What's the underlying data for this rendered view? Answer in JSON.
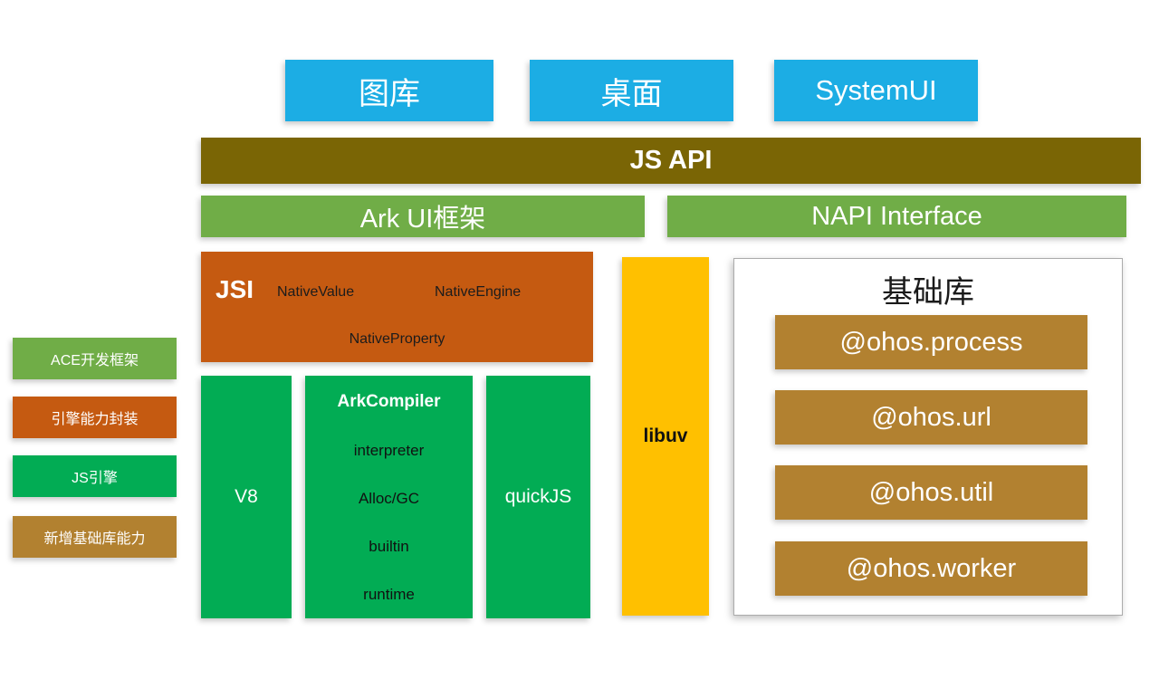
{
  "apps": [
    {
      "label": "图库"
    },
    {
      "label": "桌面"
    },
    {
      "label": "SystemUI"
    }
  ],
  "js_api": {
    "label": "JS API"
  },
  "frameworks": [
    {
      "label": "Ark UI框架"
    },
    {
      "label": "NAPI Interface"
    }
  ],
  "jsi": {
    "title": "JSI",
    "items": [
      "NativeValue",
      "NativeEngine",
      "NativeProperty"
    ]
  },
  "engines": {
    "v8_label": "V8",
    "ark_compiler": {
      "title": "ArkCompiler",
      "items": [
        "interpreter",
        "Alloc/GC",
        "builtin",
        "runtime"
      ]
    },
    "quickjs_label": "quickJS"
  },
  "libuv_label": "libuv",
  "base_lib": {
    "title": "基础库",
    "modules": [
      "@ohos.process",
      "@ohos.url",
      "@ohos.util",
      "@ohos.worker"
    ]
  },
  "legend": [
    {
      "label": "ACE开发框架",
      "color": "#70AD47"
    },
    {
      "label": "引擎能力封装",
      "color": "#C55A11"
    },
    {
      "label": "JS引擎",
      "color": "#02AC54"
    },
    {
      "label": "新增基础库能力",
      "color": "#B28130"
    }
  ],
  "colors": {
    "app_blue": "#1CADE4",
    "js_api_olive": "#7A6505",
    "framework_green": "#70AD47",
    "engine_wrapper_orange": "#C55A11",
    "js_engine_green": "#02AC54",
    "libuv_yellow": "#FFC000",
    "base_module_tan": "#B28130"
  }
}
